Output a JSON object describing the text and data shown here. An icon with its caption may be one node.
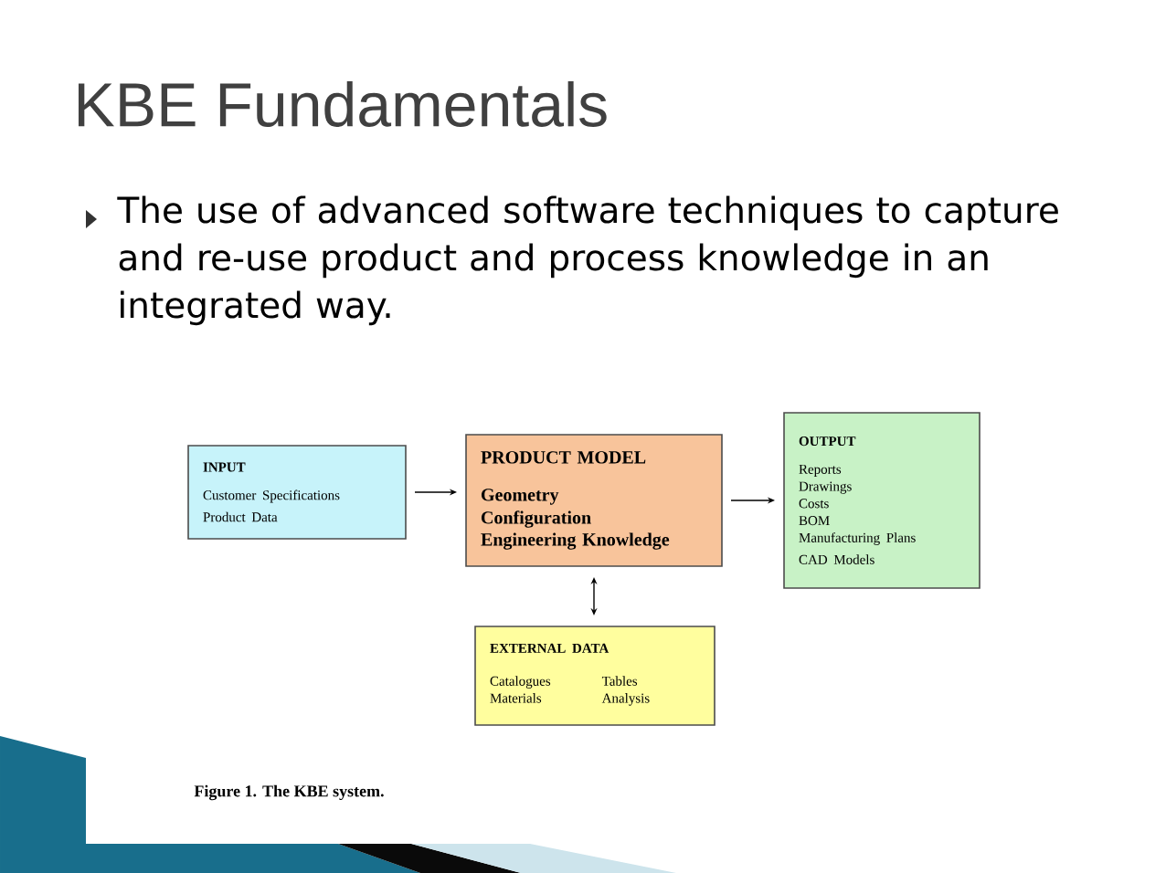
{
  "diagram": {
    "title": "KBE Fundamentals",
    "caption": "Figure 1. The KBE system.",
    "nodes": [
      {
        "text": [
          "INPUT",
          "Customer Specifications",
          "Product Data"
        ]
      },
      {
        "text": [
          "PRODUCT MODEL",
          "Geometry",
          "Configuration",
          "Engineering Knowledge"
        ]
      },
      {
        "text": [
          "OUTPUT",
          "Reports",
          "Drawings",
          "Costs",
          "BOM",
          "Manufacturing Plans",
          "CAD Models"
        ]
      },
      {
        "text": [
          "EXTERNAL DATA",
          "Catalogues",
          "Materials",
          "Tables",
          "Analysis"
        ]
      }
    ],
    "edges": [
      {
        "from": 0,
        "to": 1,
        "arrow": "to"
      },
      {
        "from": 1,
        "to": 2,
        "arrow": "to"
      },
      {
        "from": 1,
        "to": 3,
        "arrow": "both"
      }
    ],
    "labels": [
      "The use of advanced software techniques to capture and re-use product and process knowledge in an integrated way."
    ]
  }
}
